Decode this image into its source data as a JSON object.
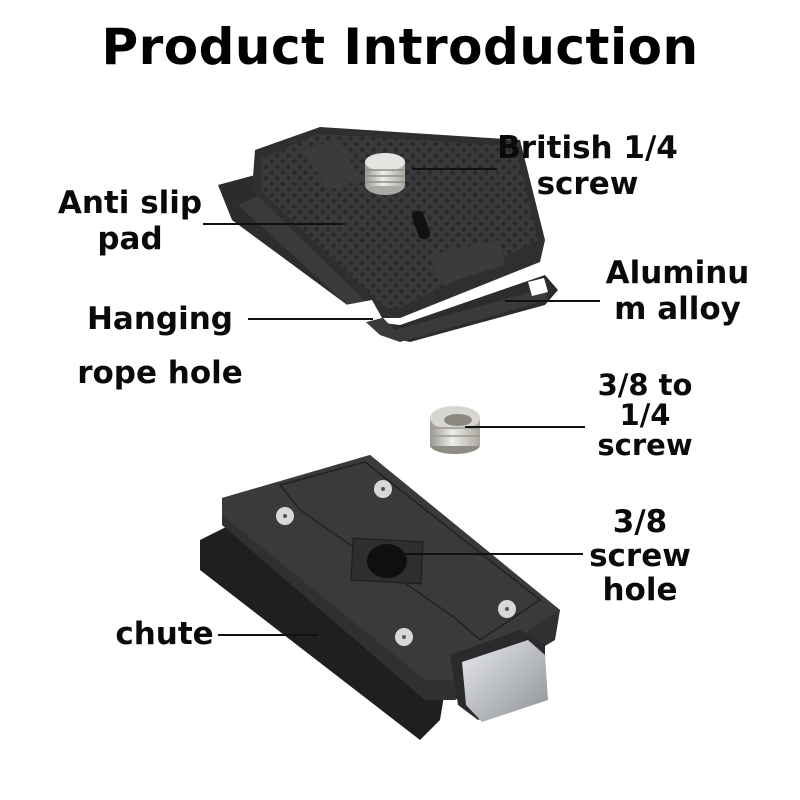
{
  "title": "Product Introduction",
  "labels": {
    "british_screw": [
      "British 1/4",
      "screw"
    ],
    "anti_slip": [
      "Anti slip",
      "pad"
    ],
    "aluminum": [
      "Aluminu",
      "m alloy"
    ],
    "hanging": [
      "Hanging",
      "rope hole"
    ],
    "adapter": [
      "3/8 to",
      "1/4",
      "screw"
    ],
    "screw_hole": [
      "3/8",
      "screw",
      "hole"
    ],
    "chute": [
      "chute"
    ]
  },
  "colors": {
    "background": "#ffffff",
    "text": "#000000",
    "metal_dark": "#2b2b2d",
    "metal_mid": "#3c3c3f",
    "silver": "#cfcfcf"
  }
}
